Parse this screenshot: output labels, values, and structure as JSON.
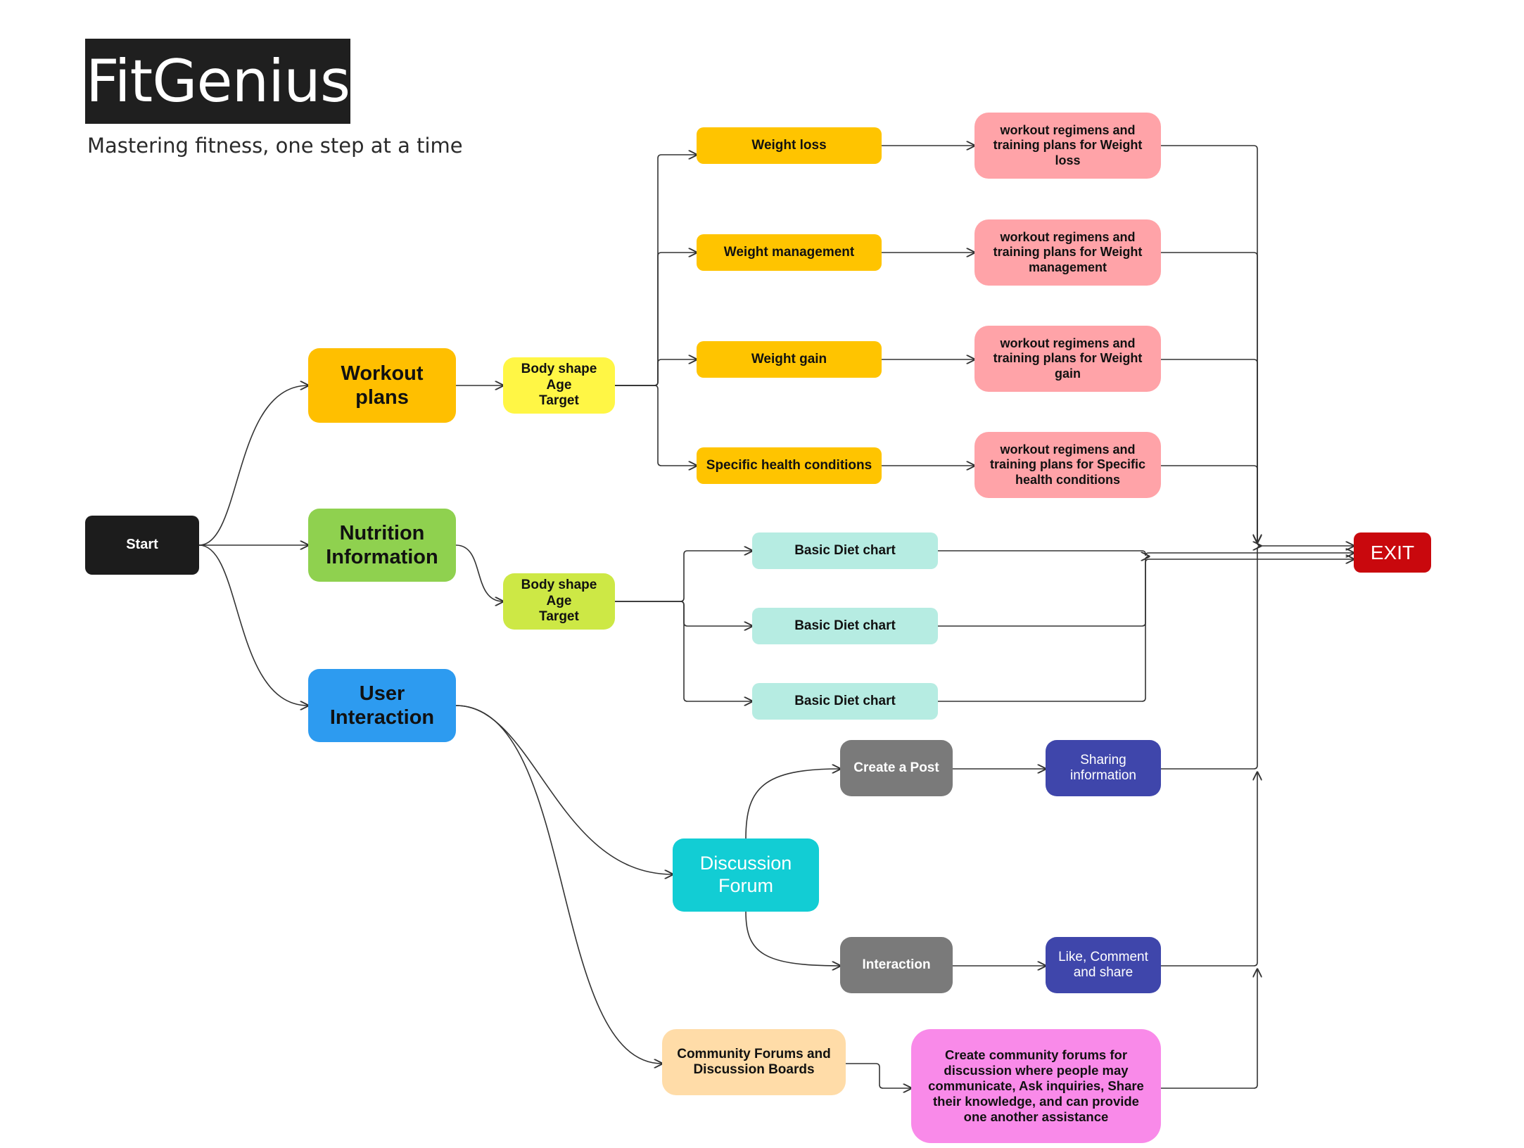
{
  "header": {
    "title": "FitGenius",
    "subtitle": "Mastering fitness, one step at a time"
  },
  "colors": {
    "start": "#1c1c1c",
    "workout": "#ffbf00",
    "nutrition": "#8fd14f",
    "user_interaction": "#2d9bf0",
    "body_shape_workout": "#fff645",
    "body_shape_nutrition": "#cde845",
    "goal": "#ffc400",
    "plan": "#ffa3a8",
    "diet": "#b6ece2",
    "discussion": "#12cdd4",
    "grey_action": "#7a7a7a",
    "indigo": "#3f46ab",
    "community": "#ffdca8",
    "community_detail": "#f98ae9",
    "exit": "#c9080d",
    "connector": "#333333"
  },
  "nodes": {
    "start": "Start",
    "workout_plans": "Workout\nplans",
    "nutrition_information": "Nutrition\nInformation",
    "user_interaction": "User\nInteraction",
    "body_shape_workout": "Body shape\nAge\nTarget",
    "body_shape_nutrition": "Body shape\nAge\nTarget",
    "weight_loss": "Weight loss",
    "weight_management": "Weight management",
    "weight_gain": "Weight gain",
    "specific_health": "Specific health conditions",
    "plan_weight_loss": "workout regimens and\ntraining plans for Weight\nloss",
    "plan_weight_management": "workout regimens and\ntraining plans for Weight\nmanagement",
    "plan_weight_gain": "workout regimens and\ntraining plans for Weight\ngain",
    "plan_specific_health": "workout regimens and\ntraining plans for Specific\nhealth conditions",
    "diet_chart_1": "Basic Diet chart",
    "diet_chart_2": "Basic Diet chart",
    "diet_chart_3": "Basic Diet chart",
    "discussion_forum": "Discussion\nForum",
    "create_post": "Create a Post",
    "sharing_information": "Sharing\ninformation",
    "interaction": "Interaction",
    "like_comment_share": "Like, Comment\nand share",
    "community_forums": "Community Forums and\nDiscussion Boards",
    "community_detail": "Create community forums for\ndiscussion where people may\ncommunicate, Ask inquiries, Share\ntheir knowledge, and can provide\none another assistance",
    "exit": "EXIT"
  }
}
